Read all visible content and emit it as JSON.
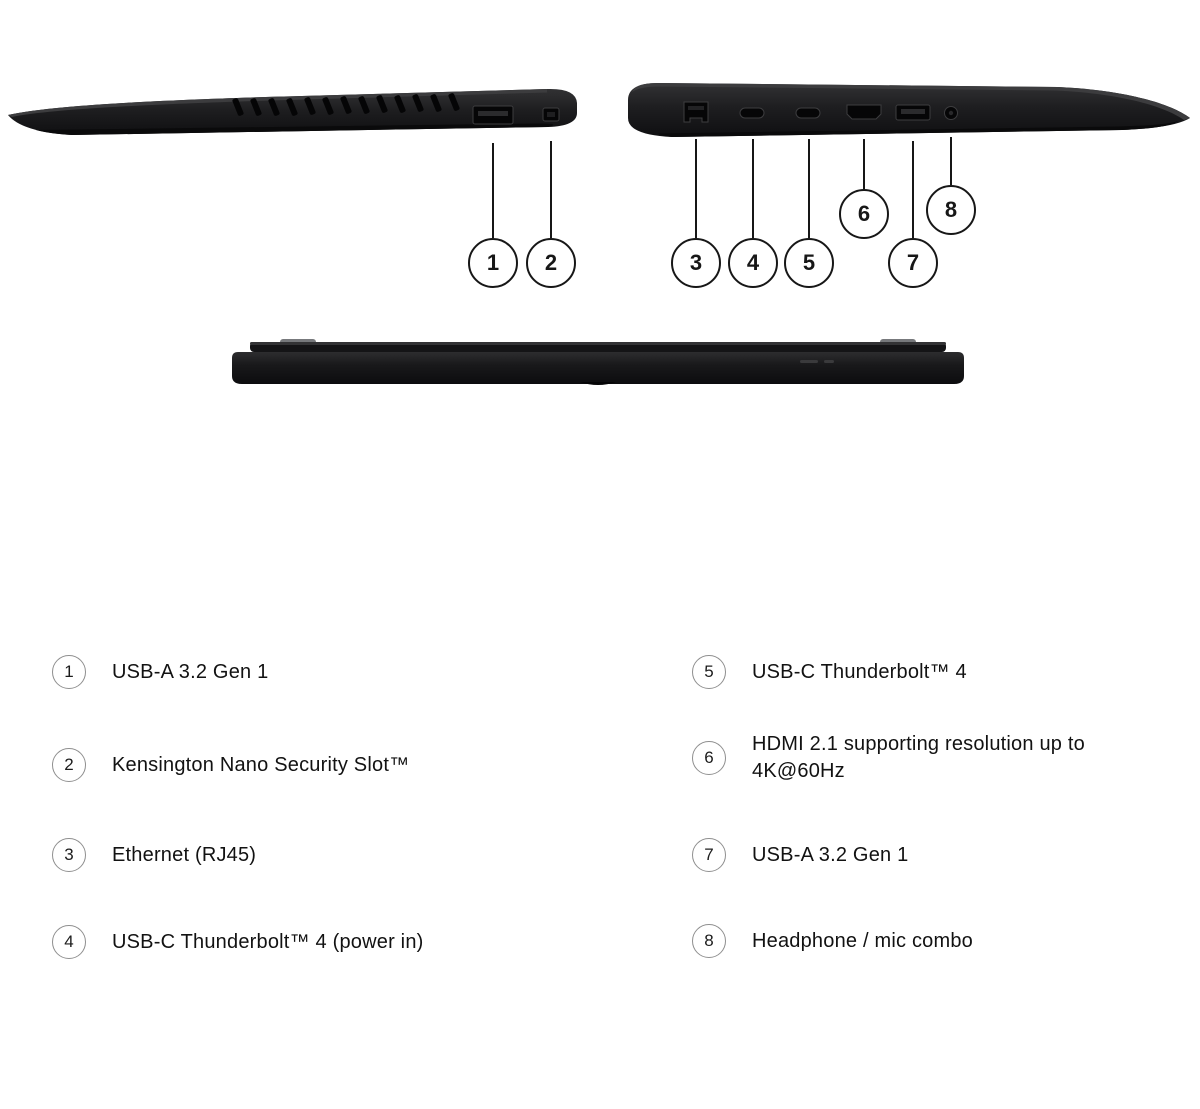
{
  "diagram": {
    "callouts": [
      {
        "num": "1"
      },
      {
        "num": "2"
      },
      {
        "num": "3"
      },
      {
        "num": "4"
      },
      {
        "num": "5"
      },
      {
        "num": "6"
      },
      {
        "num": "7"
      },
      {
        "num": "8"
      }
    ]
  },
  "legend": {
    "left": [
      {
        "num": "1",
        "label": "USB-A 3.2 Gen 1"
      },
      {
        "num": "2",
        "label": "Kensington Nano Security Slot™"
      },
      {
        "num": "3",
        "label": "Ethernet (RJ45)"
      },
      {
        "num": "4",
        "label": "USB-C Thunderbolt™ 4 (power in)"
      }
    ],
    "right": [
      {
        "num": "5",
        "label": "USB-C Thunderbolt™ 4"
      },
      {
        "num": "6",
        "label": "HDMI 2.1 supporting resolution up to 4K@60Hz"
      },
      {
        "num": "7",
        "label": "USB-A 3.2 Gen 1"
      },
      {
        "num": "8",
        "label": "Headphone / mic combo"
      }
    ]
  }
}
